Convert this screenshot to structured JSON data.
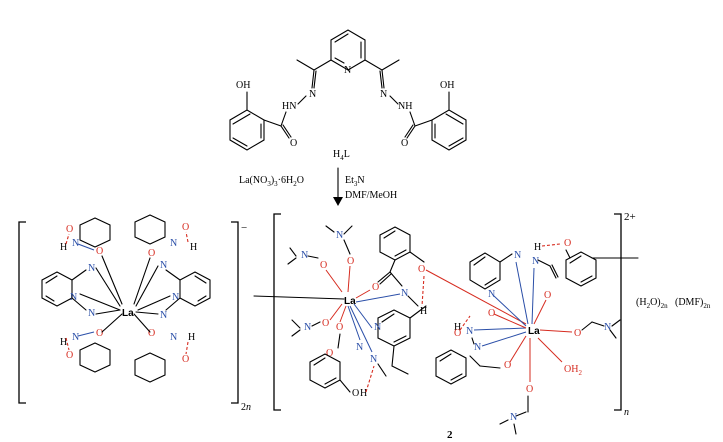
{
  "ligand": {
    "atoms": {
      "oh": "OH",
      "hn": "HN",
      "nh": "NH",
      "n": "N",
      "o": "O"
    },
    "name_prefix": "H",
    "name_sub": "4",
    "name_suffix": "L"
  },
  "reaction": {
    "reagent_left_prefix": "La(NO",
    "reagent_left_sub1": "3",
    "reagent_left_mid": ")",
    "reagent_left_sub2": "3",
    "reagent_left_suffix": "·6H",
    "reagent_left_sub3": "2",
    "reagent_left_end": "O",
    "base_prefix": "Et",
    "base_sub": "3",
    "base_suffix": "N",
    "solvent": "DMF/MeOH"
  },
  "left_complex": {
    "metal": "La",
    "charge": "−",
    "repeat": "2",
    "repeat_var": "n",
    "atoms": {
      "n": "N",
      "o": "O",
      "h": "H"
    }
  },
  "right_complex": {
    "metal": "La",
    "charge": "2+",
    "repeat": "n",
    "atoms": {
      "n": "N",
      "o": "O",
      "h": "H",
      "oh2": "OH",
      "oh2_sub": "2"
    }
  },
  "solvates": {
    "water_prefix": "(H",
    "water_sub1": "2",
    "water_suffix": "O)",
    "water_sub2": "2n",
    "dmf_prefix": "(DMF)",
    "dmf_sub": "2n"
  },
  "compound_number": "2"
}
